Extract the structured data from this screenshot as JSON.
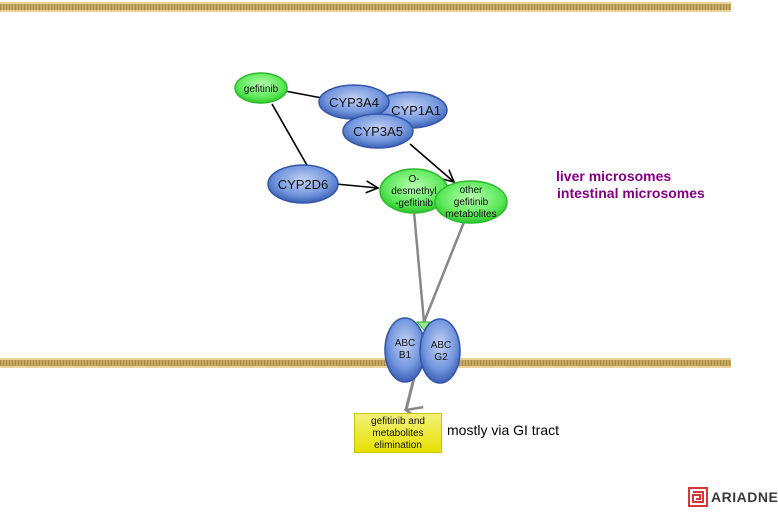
{
  "diagram": {
    "nodes": {
      "gefitinib": "gefitinib",
      "cyp3a4": "CYP3A4",
      "cyp1a1": "CYP1A1",
      "cyp3a5": "CYP3A5",
      "cyp2d6": "CYP2D6",
      "o_desmethyl": [
        "O-",
        "desmethyl",
        "-gefitinib"
      ],
      "other_metabolites": [
        "other",
        "gefitinib",
        "metabolites"
      ],
      "abcb1": [
        "ABC",
        "B1"
      ],
      "abcg2": [
        "ABC",
        "G2"
      ]
    },
    "elimination_box": [
      "gefitinib and",
      "metabolites",
      "elimination"
    ],
    "elimination_note": "mostly via GI tract",
    "location_labels": [
      "liver microsomes",
      "intestinal microsomes"
    ],
    "colors": {
      "substance_green": "#33dd33",
      "enzyme_blue": "#4a74c9",
      "location_purple": "#800080",
      "membrane_gold": "#c7aa62",
      "elimination_yellow": "#e6e000"
    },
    "edges": [
      {
        "from": "gefitinib",
        "to": "cyp3a4",
        "type": "line"
      },
      {
        "from": "gefitinib",
        "to": "cyp2d6",
        "type": "line"
      },
      {
        "from": "cyp2d6",
        "to": "o_desmethyl",
        "type": "arrow"
      },
      {
        "from": "cyp3a5",
        "to": "other_metabolites",
        "type": "arrow"
      },
      {
        "from": "o_desmethyl",
        "to": "elimination",
        "type": "transport"
      },
      {
        "from": "other_metabolites",
        "to": "elimination",
        "type": "transport"
      }
    ]
  },
  "logo": {
    "text": "ARIADNE"
  }
}
